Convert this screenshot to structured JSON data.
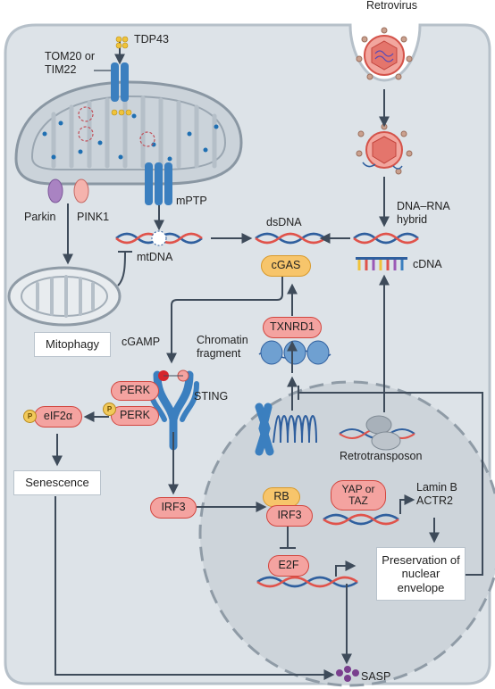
{
  "labels": {
    "retrovirus": "Retrovirus",
    "tom20": "TOM20 or",
    "tim22": "TIM22",
    "tdp43": "TDP43",
    "parkin": "Parkin",
    "pink1": "PINK1",
    "mptp": "mPTP",
    "dna_rna_1": "DNA–RNA",
    "dna_rna_2": "hybrid",
    "dsdna": "dsDNA",
    "mtdna": "mtDNA",
    "cdna": "cDNA",
    "cgamp": "cGAMP",
    "sting": "STING",
    "chromatin_1": "Chromatin",
    "chromatin_2": "fragment",
    "retrotransposon": "Retrotransposon",
    "lamin_b": "Lamin B",
    "actr2": "ACTR2",
    "sasp": "SASP"
  },
  "boxes": {
    "mitophagy": "Mitophagy",
    "senescence": "Senescence",
    "preservation": "Preservation of nuclear envelope"
  },
  "proteins": {
    "cgas": "cGAS",
    "txnrd1": "TXNRD1",
    "perk_1": "PERK",
    "perk_2": "PERK",
    "eif2a": "eIF2α",
    "irf3_1": "IRF3",
    "rb": "RB",
    "irf3_2": "IRF3",
    "e2f": "E2F",
    "yap_taz": "YAP or TAZ"
  },
  "badges": {
    "p1": "P",
    "p2": "P"
  },
  "colors": {
    "cell_fill": "#dde3e8",
    "nucleus_fill": "#cdd4da",
    "dna_blue": "#2f5f9e",
    "dna_red": "#e0534b",
    "channel_blue": "#3b7fbf",
    "protein_red": "#f4a3a0",
    "protein_yellow": "#f7c56b",
    "arrow": "#3e4b5a"
  }
}
